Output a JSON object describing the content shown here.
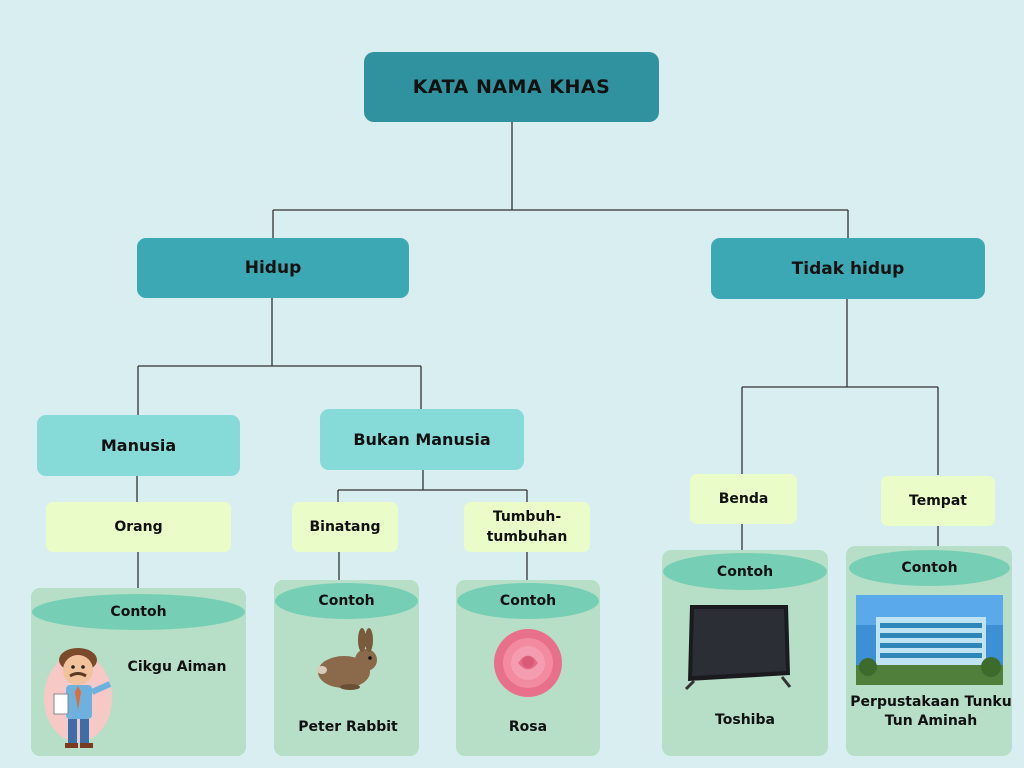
{
  "title": "KATA NAMA KHAS",
  "level1": {
    "left": "Hidup",
    "right": "Tidak hidup"
  },
  "level2": {
    "manusia": "Manusia",
    "bukan_manusia": "Bukan Manusia"
  },
  "level3": {
    "orang": "Orang",
    "binatang": "Binatang",
    "tumbuhan": "Tumbuh-tumbuhan",
    "benda": "Benda",
    "tempat": "Tempat"
  },
  "contoh_label": "Contoh",
  "examples": {
    "orang": "Cikgu Aiman",
    "binatang": "Peter Rabbit",
    "tumbuhan": "Rosa",
    "benda": "Toshiba",
    "tempat": "Perpustakaan Tunku Tun Aminah"
  },
  "icons": {
    "orang": "teacher-illustration",
    "binatang": "rabbit-image",
    "tumbuhan": "rose-image",
    "benda": "television-image",
    "tempat": "library-building-image"
  },
  "colors": {
    "background": "#d8eef0",
    "title": "#2f929e",
    "level1": "#3ba8b3",
    "level2": "#86dbd9",
    "level3": "#eafcc8",
    "card": "#b7dfc8",
    "pill": "#76cfb4"
  }
}
